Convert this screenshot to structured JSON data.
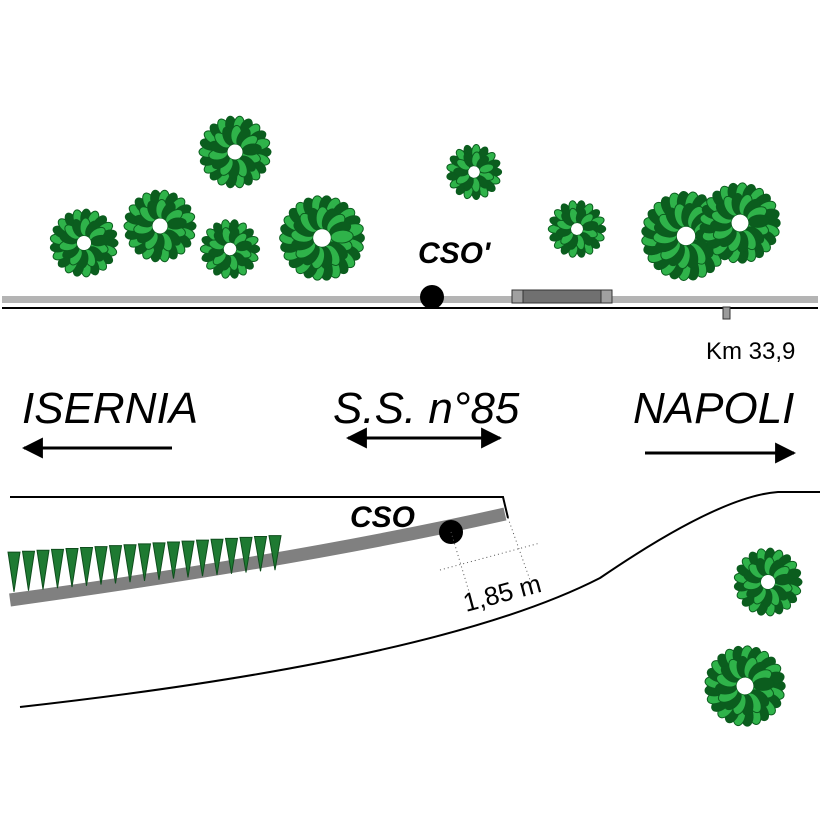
{
  "labels": {
    "cso_top": "CSO'",
    "cso_bottom": "CSO",
    "km_marker": "Km 33,9",
    "road_name": "S.S. n°85",
    "left_city": "ISERNIA",
    "right_city": "NAPOLI",
    "distance": "1,85 m"
  },
  "colors": {
    "tree_dark": "#0b5d1e",
    "tree_light": "#2fb34a",
    "road_top_gray": "#b4b4b4",
    "guardrail_gray": "#808080",
    "grass_green": "#1e7a32"
  }
}
